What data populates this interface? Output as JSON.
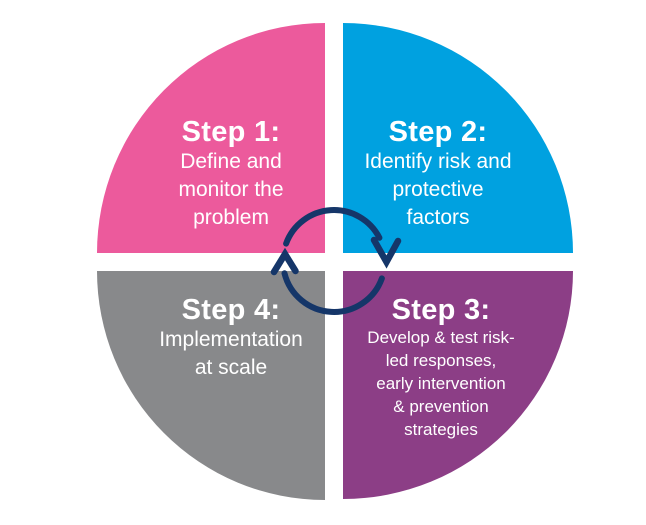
{
  "diagram": {
    "type": "four-quadrant-cycle",
    "background_color": "#ffffff",
    "text_color": "#ffffff",
    "cycle_icon": {
      "name": "clockwise-arrows",
      "color": "#153669"
    },
    "steps": [
      {
        "title": "Step 1:",
        "lines": [
          "Define and",
          "monitor the",
          "problem"
        ],
        "color": "#EC5A9C",
        "position": "top-left"
      },
      {
        "title": "Step 2:",
        "lines": [
          "Identify risk and",
          "protective",
          "factors"
        ],
        "color": "#00A1E0",
        "position": "top-right"
      },
      {
        "title": "Step 3:",
        "lines": [
          "Develop & test risk-",
          "led responses,",
          "early intervention",
          "& prevention",
          "strategies"
        ],
        "color": "#8C3E86",
        "position": "bottom-right"
      },
      {
        "title": "Step 4:",
        "lines": [
          "Implementation",
          "at scale"
        ],
        "color": "#88898B",
        "position": "bottom-left"
      }
    ]
  }
}
